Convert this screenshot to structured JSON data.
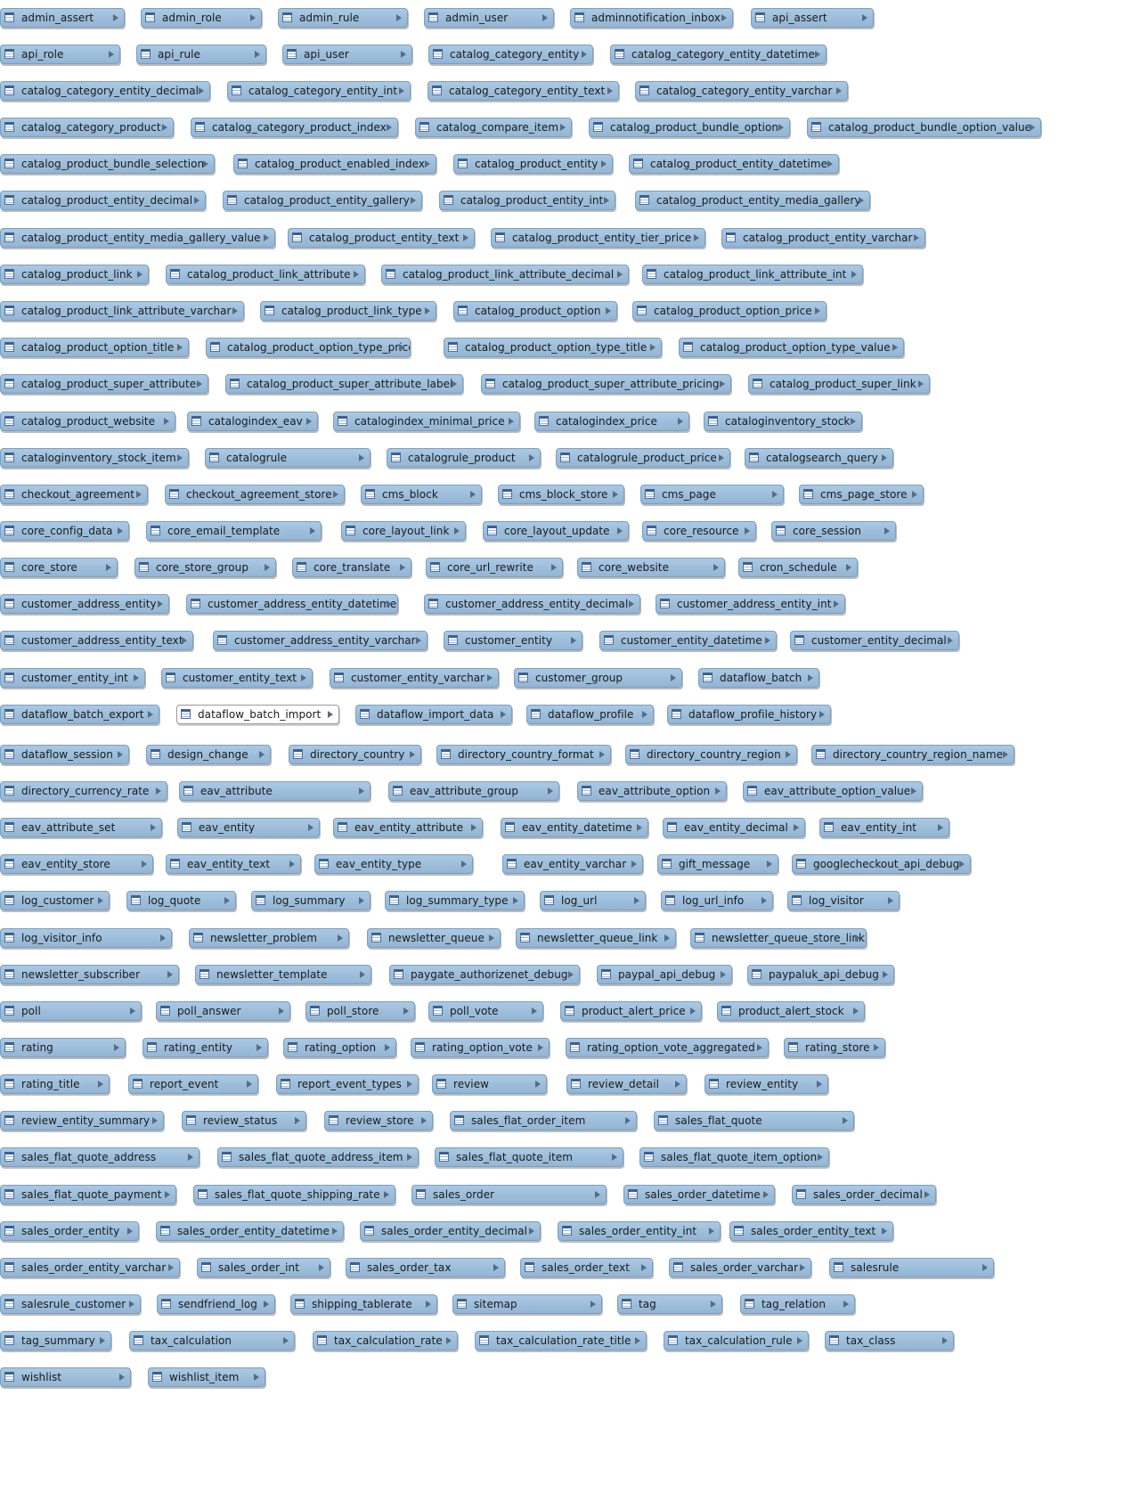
{
  "tables": [
    [
      "admin_assert",
      "admin_role",
      "admin_rule",
      "admin_user",
      "adminnotification_inbox",
      "api_assert"
    ],
    [
      "api_role",
      "api_rule",
      "api_user",
      "catalog_category_entity",
      "catalog_category_entity_datetime"
    ],
    [
      "catalog_category_entity_decimal",
      "catalog_category_entity_int",
      "catalog_category_entity_text",
      "catalog_category_entity_varchar"
    ],
    [
      "catalog_category_product",
      "catalog_category_product_index",
      "catalog_compare_item",
      "catalog_product_bundle_option",
      "catalog_product_bundle_option_value"
    ],
    [
      "catalog_product_bundle_selection",
      "catalog_product_enabled_index",
      "catalog_product_entity",
      "catalog_product_entity_datetime"
    ],
    [
      "catalog_product_entity_decimal",
      "catalog_product_entity_gallery",
      "catalog_product_entity_int",
      "catalog_product_entity_media_gallery"
    ],
    [
      "catalog_product_entity_media_gallery_value",
      "catalog_product_entity_text",
      "catalog_product_entity_tier_price",
      "catalog_product_entity_varchar"
    ],
    [
      "catalog_product_link",
      "catalog_product_link_attribute",
      "catalog_product_link_attribute_decimal",
      "catalog_product_link_attribute_int"
    ],
    [
      "catalog_product_link_attribute_varchar",
      "catalog_product_link_type",
      "catalog_product_option",
      "catalog_product_option_price"
    ],
    [
      "catalog_product_option_title",
      "catalog_product_option_type_price",
      "catalog_product_option_type_title",
      "catalog_product_option_type_value"
    ],
    [
      "catalog_product_super_attribute",
      "catalog_product_super_attribute_label",
      "catalog_product_super_attribute_pricing",
      "catalog_product_super_link"
    ],
    [
      "catalog_product_website",
      "catalogindex_eav",
      "catalogindex_minimal_price",
      "catalogindex_price",
      "cataloginventory_stock"
    ],
    [
      "cataloginventory_stock_item",
      "catalogrule",
      "catalogrule_product",
      "catalogrule_product_price",
      "catalogsearch_query"
    ],
    [
      "checkout_agreement",
      "checkout_agreement_store",
      "cms_block",
      "cms_block_store",
      "cms_page",
      "cms_page_store"
    ],
    [
      "core_config_data",
      "core_email_template",
      "core_layout_link",
      "core_layout_update",
      "core_resource",
      "core_session"
    ],
    [
      "core_store",
      "core_store_group",
      "core_translate",
      "core_url_rewrite",
      "core_website",
      "cron_schedule"
    ],
    [
      "customer_address_entity",
      "customer_address_entity_datetime",
      "customer_address_entity_decimal",
      "customer_address_entity_int"
    ],
    [
      "customer_address_entity_text",
      "customer_address_entity_varchar",
      "customer_entity",
      "customer_entity_datetime",
      "customer_entity_decimal"
    ],
    [
      "customer_entity_int",
      "customer_entity_text",
      "customer_entity_varchar",
      "customer_group",
      "dataflow_batch"
    ],
    [
      "dataflow_batch_export",
      "dataflow_batch_import",
      "dataflow_import_data",
      "dataflow_profile",
      "dataflow_profile_history"
    ],
    [
      "dataflow_session",
      "design_change",
      "directory_country",
      "directory_country_format",
      "directory_country_region",
      "directory_country_region_name"
    ],
    [
      "directory_currency_rate",
      "eav_attribute",
      "eav_attribute_group",
      "eav_attribute_option",
      "eav_attribute_option_value"
    ],
    [
      "eav_attribute_set",
      "eav_entity",
      "eav_entity_attribute",
      "eav_entity_datetime",
      "eav_entity_decimal",
      "eav_entity_int"
    ],
    [
      "eav_entity_store",
      "eav_entity_text",
      "eav_entity_type",
      "eav_entity_varchar",
      "gift_message",
      "googlecheckout_api_debug"
    ],
    [
      "log_customer",
      "log_quote",
      "log_summary",
      "log_summary_type",
      "log_url",
      "log_url_info",
      "log_visitor"
    ],
    [
      "log_visitor_info",
      "newsletter_problem",
      "newsletter_queue",
      "newsletter_queue_link",
      "newsletter_queue_store_link"
    ],
    [
      "newsletter_subscriber",
      "newsletter_template",
      "paygate_authorizenet_debug",
      "paypal_api_debug",
      "paypaluk_api_debug"
    ],
    [
      "poll",
      "poll_answer",
      "poll_store",
      "poll_vote",
      "product_alert_price",
      "product_alert_stock"
    ],
    [
      "rating",
      "rating_entity",
      "rating_option",
      "rating_option_vote",
      "rating_option_vote_aggregated",
      "rating_store"
    ],
    [
      "rating_title",
      "report_event",
      "report_event_types",
      "review",
      "review_detail",
      "review_entity"
    ],
    [
      "review_entity_summary",
      "review_status",
      "review_store",
      "sales_flat_order_item",
      "sales_flat_quote"
    ],
    [
      "sales_flat_quote_address",
      "sales_flat_quote_address_item",
      "sales_flat_quote_item",
      "sales_flat_quote_item_option"
    ],
    [
      "sales_flat_quote_payment",
      "sales_flat_quote_shipping_rate",
      "sales_order",
      "sales_order_datetime",
      "sales_order_decimal"
    ],
    [
      "sales_order_entity",
      "sales_order_entity_datetime",
      "sales_order_entity_decimal",
      "sales_order_entity_int",
      "sales_order_entity_text"
    ],
    [
      "sales_order_entity_varchar",
      "sales_order_int",
      "sales_order_tax",
      "sales_order_text",
      "sales_order_varchar",
      "salesrule"
    ],
    [
      "salesrule_customer",
      "sendfriend_log",
      "shipping_tablerate",
      "sitemap",
      "tag",
      "tag_relation"
    ],
    [
      "tag_summary",
      "tax_calculation",
      "tax_calculation_rate",
      "tax_calculation_rate_title",
      "tax_calculation_rule",
      "tax_class"
    ],
    [
      "wishlist",
      "wishlist_item"
    ]
  ],
  "selected_table": "dataflow_batch_import",
  "icons": {
    "table": "table-icon",
    "expand": "expand-arrow-icon"
  },
  "colors": {
    "box_fill": "#9fbfdc",
    "box_border": "#7d9fbf",
    "text": "#1a1a1a",
    "selected_fill": "#ffffff"
  }
}
